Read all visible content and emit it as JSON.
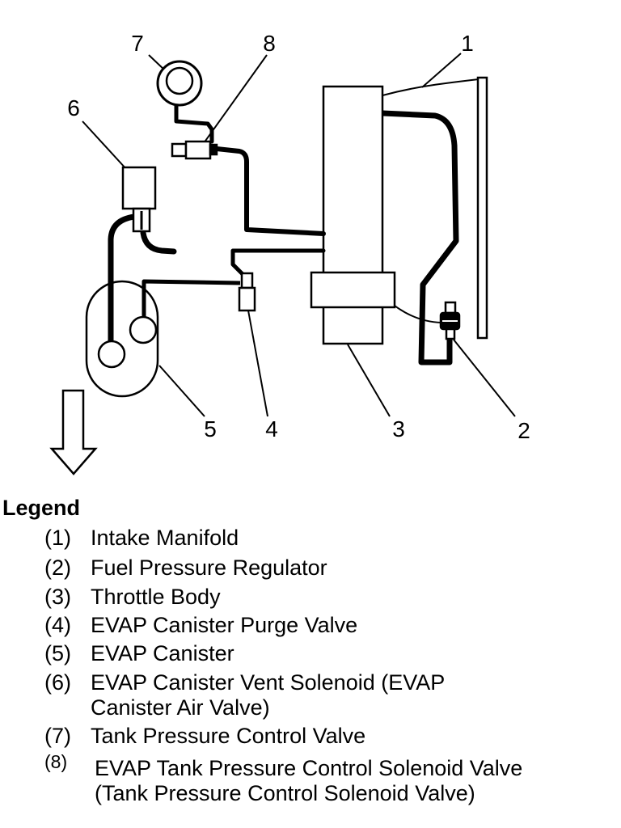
{
  "callouts": [
    "1",
    "2",
    "3",
    "4",
    "5",
    "6",
    "7",
    "8"
  ],
  "legend": {
    "title": "Legend",
    "items": [
      {
        "num": "(1)",
        "lines": [
          "Intake Manifold"
        ]
      },
      {
        "num": "(2)",
        "lines": [
          "Fuel Pressure Regulator"
        ]
      },
      {
        "num": "(3)",
        "lines": [
          "Throttle Body"
        ]
      },
      {
        "num": "(4)",
        "lines": [
          "EVAP Canister Purge Valve"
        ]
      },
      {
        "num": "(5)",
        "lines": [
          "EVAP Canister"
        ]
      },
      {
        "num": "(6)",
        "lines": [
          "EVAP Canister Vent Solenoid (EVAP",
          "Canister Air Valve)"
        ]
      },
      {
        "num": "(7)",
        "lines": [
          "Tank Pressure Control Valve"
        ]
      },
      {
        "num": "(8)",
        "lines": [
          "EVAP Tank Pressure Control Solenoid Valve",
          "(Tank Pressure Control Solenoid Valve)"
        ]
      }
    ]
  }
}
